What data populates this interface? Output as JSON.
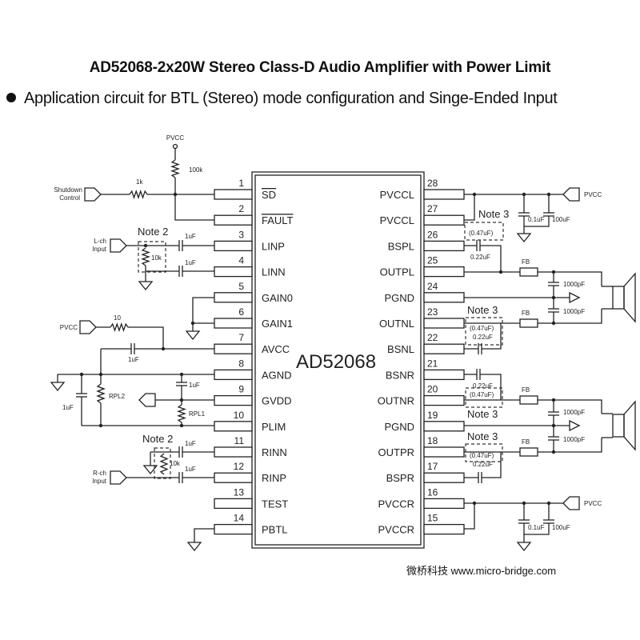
{
  "title": "AD52068-2x20W Stereo Class-D Audio Amplifier with Power Limit",
  "subtitle": "Application circuit for BTL (Stereo) mode configuration and Singe-Ended Input",
  "chip": {
    "name": "AD52068",
    "left_pins": [
      {
        "num": "1",
        "name": "SD",
        "overline": true
      },
      {
        "num": "2",
        "name": "FAULT",
        "overline": true
      },
      {
        "num": "3",
        "name": "LINP"
      },
      {
        "num": "4",
        "name": "LINN"
      },
      {
        "num": "5",
        "name": "GAIN0"
      },
      {
        "num": "6",
        "name": "GAIN1"
      },
      {
        "num": "7",
        "name": "AVCC"
      },
      {
        "num": "8",
        "name": "AGND"
      },
      {
        "num": "9",
        "name": "GVDD"
      },
      {
        "num": "10",
        "name": "PLIM"
      },
      {
        "num": "11",
        "name": "RINN"
      },
      {
        "num": "12",
        "name": "RINP"
      },
      {
        "num": "13",
        "name": "TEST"
      },
      {
        "num": "14",
        "name": "PBTL"
      }
    ],
    "right_pins": [
      {
        "num": "28",
        "name": "PVCCL"
      },
      {
        "num": "27",
        "name": "PVCCL"
      },
      {
        "num": "26",
        "name": "BSPL"
      },
      {
        "num": "25",
        "name": "OUTPL"
      },
      {
        "num": "24",
        "name": "PGND"
      },
      {
        "num": "23",
        "name": "OUTNL"
      },
      {
        "num": "22",
        "name": "BSNL"
      },
      {
        "num": "21",
        "name": "BSNR"
      },
      {
        "num": "20",
        "name": "OUTNR"
      },
      {
        "num": "19",
        "name": "PGND"
      },
      {
        "num": "18",
        "name": "OUTPR"
      },
      {
        "num": "17",
        "name": "BSPR"
      },
      {
        "num": "16",
        "name": "PVCCR"
      },
      {
        "num": "15",
        "name": "PVCCR"
      }
    ]
  },
  "labels": {
    "pvcc": "PVCC",
    "shutdown_line1": "Shutdown",
    "shutdown_line2": "Control",
    "r_1k": "1k",
    "r_100k": "100k",
    "lch_line1": "L-ch",
    "lch_line2": "Input",
    "rch_line1": "R-ch",
    "rch_line2": "Input",
    "note2": "Note 2",
    "note3": "Note 3",
    "c_1uf": "1uF",
    "r_10k": "10k",
    "r_10": "10",
    "rpl1": "RPL1",
    "rpl2": "RPL2",
    "c_01uf": "0.1uF",
    "c_100uf": "100uF",
    "c_047uf": "(0.47uF)",
    "c_022uf": "0.22uF",
    "fb": "FB",
    "c_1000pf": "1000pF"
  },
  "footer": "微桥科技 www.micro-bridge.com"
}
